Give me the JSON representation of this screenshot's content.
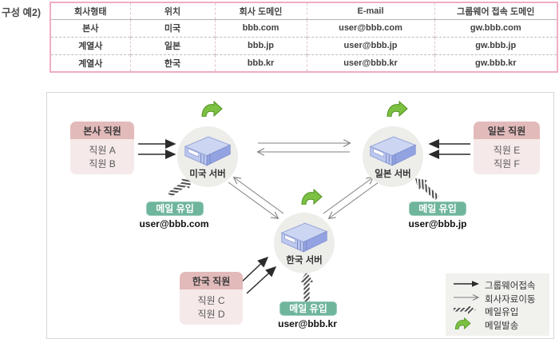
{
  "page_label": "구성 예2)",
  "table": {
    "headers": [
      "회사형태",
      "위치",
      "회사 도메인",
      "E-mail",
      "그룹웨어 접속 도메인"
    ],
    "rows": [
      [
        "본사",
        "미국",
        "bbb.com",
        "user@bbb.com",
        "gw.bbb.com"
      ],
      [
        "계열사",
        "일본",
        "bbb.jp",
        "user@bbb.jp",
        "gw.bbb.jp"
      ],
      [
        "계열사",
        "한국",
        "bbb.kr",
        "user@bbb.kr",
        "gw.bbb.kr"
      ]
    ]
  },
  "diagram": {
    "groups": {
      "hq": {
        "title": "본사 직원",
        "member1": "직원 A",
        "member2": "직원 B"
      },
      "jp": {
        "title": "일본 직원",
        "member1": "직원 E",
        "member2": "직원 F"
      },
      "kr": {
        "title": "한국 직원",
        "member1": "직원 C",
        "member2": "직원 D"
      }
    },
    "servers": {
      "us": {
        "label": "미국 서버"
      },
      "jp": {
        "label": "일본 서버"
      },
      "kr": {
        "label": "한국 서버"
      }
    },
    "mail": {
      "us": {
        "badge": "메일 유입",
        "email": "user@bbb.com"
      },
      "jp": {
        "badge": "메일 유입",
        "email": "user@bbb.jp"
      },
      "kr": {
        "badge": "메일 유입",
        "email": "user@bbb.kr"
      }
    },
    "legend": {
      "item1": "그룹웨어접속",
      "item2": "회사자료이동",
      "item3": "메일유입",
      "item4": "메일발송"
    },
    "colors": {
      "table_border_pink": "#efaec2",
      "group_header_pink": "#e3baba",
      "group_body_pink": "#f5e9e9",
      "badge_green": "#6fb59c",
      "server_blue": "#aebbe8",
      "send_arrow_green": "#7cc142",
      "groupware_arrow": "#2b2b2b",
      "data_arrow_gray": "#808080"
    }
  }
}
